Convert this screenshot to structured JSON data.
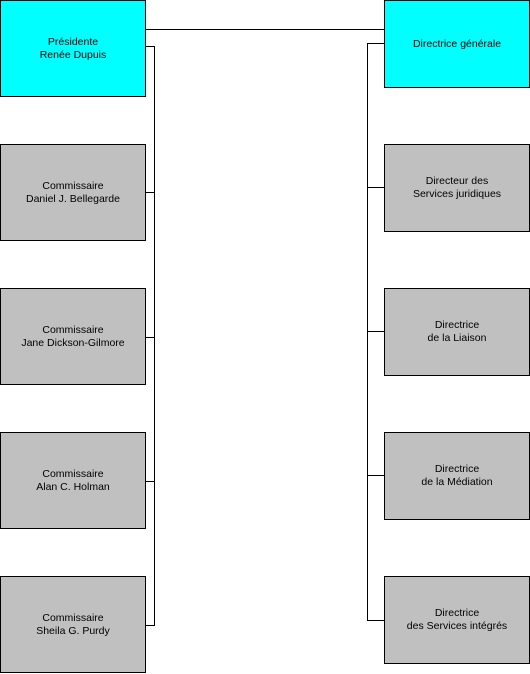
{
  "colors": {
    "leader_fill": "#00ffff",
    "member_fill": "#c0c0c0",
    "connector": "#000000"
  },
  "left_column": {
    "president": {
      "title": "Présidente",
      "name": "Renée Dupuis"
    },
    "commissioners": [
      {
        "title": "Commissaire",
        "name": "Daniel J. Bellegarde"
      },
      {
        "title": "Commissaire",
        "name": "Jane Dickson-Gilmore"
      },
      {
        "title": "Commissaire",
        "name": "Alan C. Holman"
      },
      {
        "title": "Commissaire",
        "name": "Sheila G. Purdy"
      }
    ]
  },
  "right_column": {
    "executive_director": {
      "title": "Directrice générale"
    },
    "directors": [
      {
        "line1": "Directeur des",
        "line2": "Services juridiques"
      },
      {
        "line1": "Directrice",
        "line2": "de la Liaison"
      },
      {
        "line1": "Directrice",
        "line2": "de la Médiation"
      },
      {
        "line1": "Directrice",
        "line2": "des Services intégrés"
      }
    ]
  }
}
